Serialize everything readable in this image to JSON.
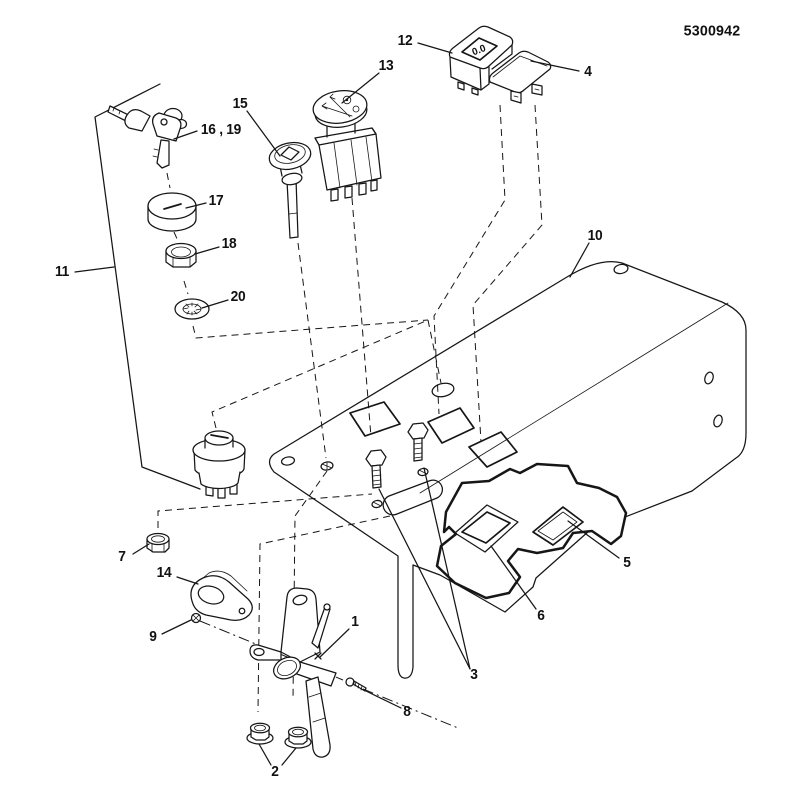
{
  "document": {
    "part_number": "5300942"
  },
  "hour_meter": {
    "display": "0.0"
  },
  "callouts": {
    "c1": "1",
    "c2": "2",
    "c3": "3",
    "c4": "4",
    "c5": "5",
    "c6": "6",
    "c7": "7",
    "c8": "8",
    "c9": "9",
    "c10": "10",
    "c11": "11",
    "c12": "12",
    "c13": "13",
    "c14": "14",
    "c15": "15",
    "c16_19": "16 , 19",
    "c17": "17",
    "c18": "18",
    "c20": "20"
  },
  "colors": {
    "line": "#161616",
    "background": "#ffffff"
  }
}
